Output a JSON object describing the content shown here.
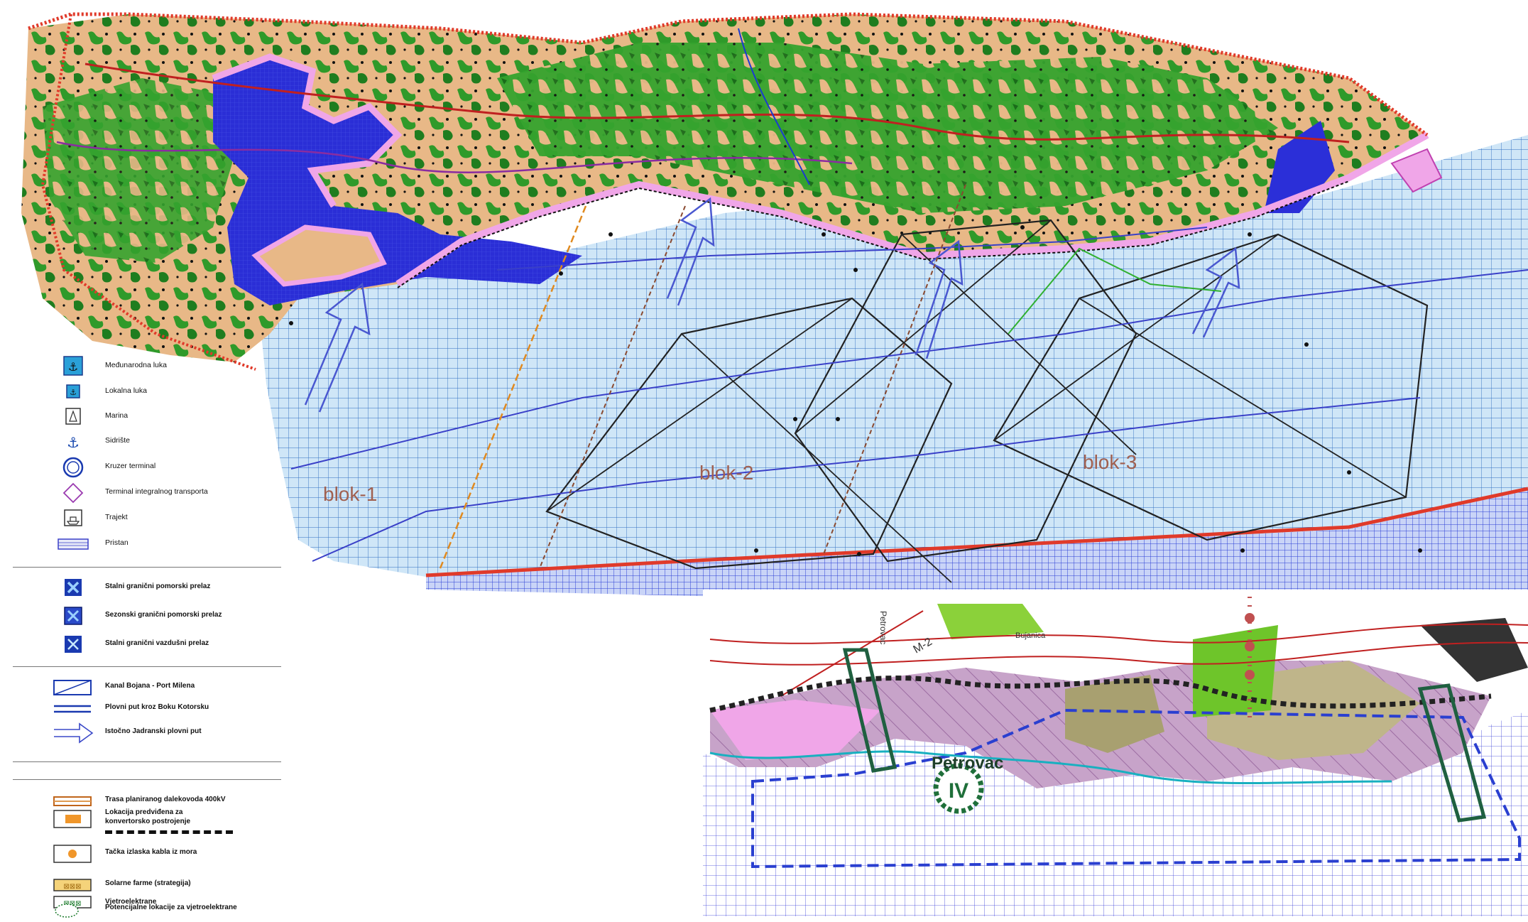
{
  "map": {
    "block_labels": [
      "blok-1",
      "blok-2",
      "blok-3"
    ],
    "inset_place": "Petrovac",
    "inset_zone": "IV",
    "inset_road_label": "M-2",
    "inset_small_labels": [
      "Bujanica",
      "Petrovac"
    ]
  },
  "legend": {
    "ports": [
      {
        "icon": "international-port-icon",
        "label": "Međunarodna luka"
      },
      {
        "icon": "local-port-icon",
        "label": "Lokalna luka"
      },
      {
        "icon": "marina-icon",
        "label": "Marina"
      },
      {
        "icon": "anchorage-icon",
        "label": "Sidrište"
      },
      {
        "icon": "cruise-terminal-icon",
        "label": "Kruzer terminal"
      },
      {
        "icon": "integral-transport-terminal-icon",
        "label": "Terminal integralnog transporta"
      },
      {
        "icon": "ferry-icon",
        "label": "Trajekt"
      },
      {
        "icon": "pier-icon",
        "label": "Pristan"
      }
    ],
    "crossings": [
      {
        "icon": "permanent-sea-crossing-icon",
        "label": "Stalni granični pomorski prelaz"
      },
      {
        "icon": "seasonal-sea-crossing-icon",
        "label": "Sezonski granični pomorski prelaz"
      },
      {
        "icon": "permanent-air-crossing-icon",
        "label": "Stalni granični vazdušni prelaz"
      }
    ],
    "routes": [
      {
        "icon": "bojana-canal-icon",
        "label": "Kanal Bojana - Port Milena"
      },
      {
        "icon": "navigable-route-icon",
        "label": "Plovni put kroz Boku Kotorsku"
      },
      {
        "icon": "adriatic-route-arrow-icon",
        "label": "Istočno Jadranski plovni put"
      }
    ],
    "energy": [
      {
        "icon": "power-line-icon",
        "label": "Trasa planiranog dalekovoda 400kV"
      },
      {
        "icon": "converter-location-icon",
        "label": "Lokacija predviđena za konvertorsko postrojenje"
      },
      {
        "icon": "cable-exit-point-icon",
        "label": "Tačka izlaska kabla iz mora"
      },
      {
        "icon": "solar-farm-icon",
        "label": "Solarne farme (strategija)"
      },
      {
        "icon": "wind-farm-icon",
        "label": "Vjetroelektrane"
      },
      {
        "icon": "potential-wind-farm-icon",
        "label": "Potencijalne lokacije za vjetroelektrane"
      }
    ]
  },
  "colors": {
    "sea_grid": "#c8e3f6",
    "grid_line": "#2a6bb8",
    "land_tan": "#e9b98a",
    "forest_green": "#2f9a2a",
    "bay_blue": "#2b2fd8",
    "coast_pink": "#f0a6e8",
    "border_red": "#e03a2a"
  }
}
